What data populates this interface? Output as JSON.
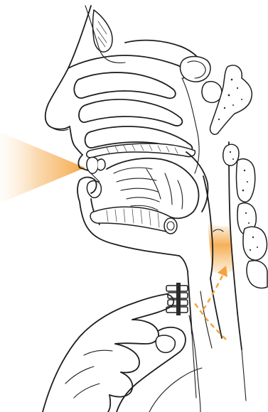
{
  "figure": {
    "subject": "sagittal-head-neck-tracheoesophageal-voice-prosthesis",
    "colors": {
      "airflow": "#f4a23c",
      "ink": "#1e1e1e",
      "background": "#ffffff"
    },
    "icons": [
      "hand-occluding-stoma",
      "voice-prosthesis-valve",
      "airflow-arrow"
    ]
  }
}
